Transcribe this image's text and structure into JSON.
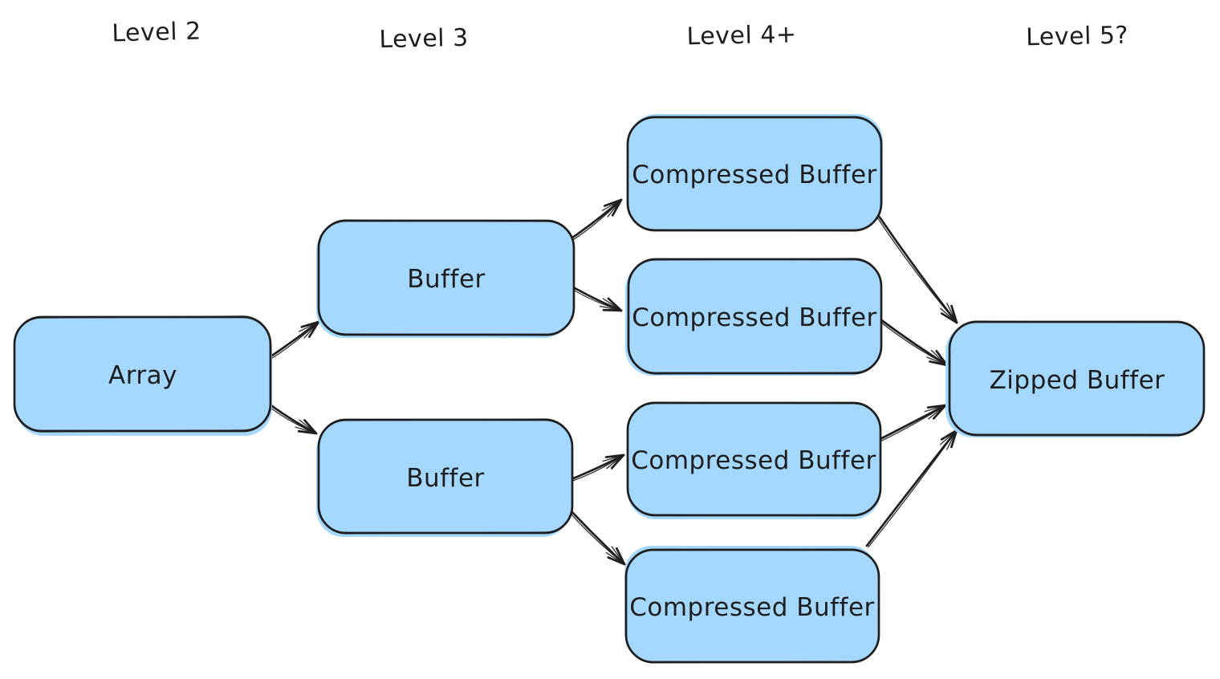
{
  "diagram": {
    "columns": [
      "Level 2",
      "Level 3",
      "Level 4+",
      "Level 5?"
    ],
    "nodes": {
      "array": {
        "label": "Array",
        "level": "Level 2"
      },
      "buffer_top": {
        "label": "Buffer",
        "level": "Level 3"
      },
      "buffer_bottom": {
        "label": "Buffer",
        "level": "Level 3"
      },
      "compressed_buffer_1": {
        "label": "Compressed Buffer",
        "level": "Level 4+"
      },
      "compressed_buffer_2": {
        "label": "Compressed Buffer",
        "level": "Level 4+"
      },
      "compressed_buffer_3": {
        "label": "Compressed Buffer",
        "level": "Level 4+"
      },
      "compressed_buffer_4": {
        "label": "Compressed Buffer",
        "level": "Level 4+"
      },
      "zipped_buffer": {
        "label": "Zipped Buffer",
        "level": "Level 5?"
      }
    },
    "edges": [
      {
        "from": "array",
        "to": "buffer_top"
      },
      {
        "from": "array",
        "to": "buffer_bottom"
      },
      {
        "from": "buffer_top",
        "to": "compressed_buffer_1"
      },
      {
        "from": "buffer_top",
        "to": "compressed_buffer_2"
      },
      {
        "from": "buffer_bottom",
        "to": "compressed_buffer_3"
      },
      {
        "from": "buffer_bottom",
        "to": "compressed_buffer_4"
      },
      {
        "from": "compressed_buffer_1",
        "to": "zipped_buffer"
      },
      {
        "from": "compressed_buffer_2",
        "to": "zipped_buffer"
      },
      {
        "from": "compressed_buffer_3",
        "to": "zipped_buffer"
      },
      {
        "from": "compressed_buffer_4",
        "to": "zipped_buffer"
      }
    ],
    "colors": {
      "node_fill": "#a5d8ff",
      "stroke": "#1e1e1e",
      "background": "#ffffff"
    }
  }
}
